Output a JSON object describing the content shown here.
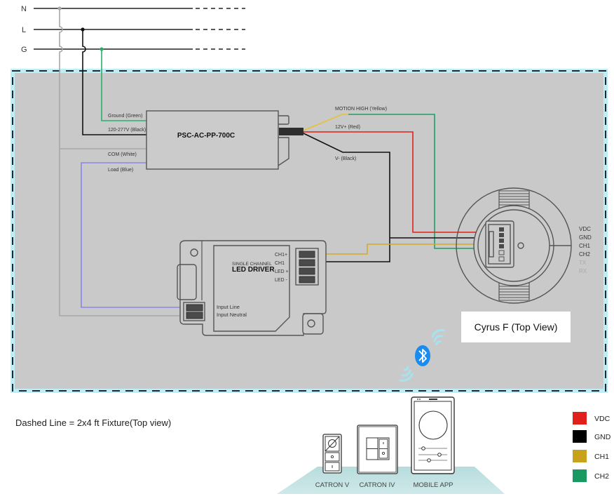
{
  "power_lines": {
    "neutral": "N",
    "line": "L",
    "ground": "G"
  },
  "psc": {
    "model": "PSC-AC-PP-700C",
    "input_labels": {
      "ground": "Ground (Green)",
      "line": "120-277V (Black)",
      "com": "COM (White)",
      "load": "Load (Blue)"
    },
    "output_labels": {
      "motion": "MOTION HIGH (Yellow)",
      "vplus": "12V+ (Red)",
      "vminus": "V- (Black)"
    }
  },
  "led_driver": {
    "subtitle": "SINGLE CHANNEL",
    "title": "LED DRIVER",
    "terminals": [
      "CH1+",
      "CH1",
      "LED +",
      "LED -"
    ],
    "inputs": [
      "Input Line",
      "Input Neutral"
    ]
  },
  "sensor": {
    "label": "Cyrus F (Top View)",
    "pins": [
      "VDC",
      "GND",
      "CH1",
      "CH2",
      "TX",
      "RX"
    ]
  },
  "note": "Dashed Line = 2x4 ft Fixture(Top view)",
  "controls": [
    {
      "label": "CATRON V",
      "icon": "wall-switch-icon"
    },
    {
      "label": "CATRON IV",
      "icon": "keypad-icon"
    },
    {
      "label": "MOBILE APP",
      "icon": "smartphone-icon"
    }
  ],
  "wireless_icon": "bluetooth-icon",
  "legend": [
    {
      "label": "VDC",
      "color": "#e0201c"
    },
    {
      "label": "GND",
      "color": "#000000"
    },
    {
      "label": "CH1",
      "color": "#c9a21c"
    },
    {
      "label": "CH2",
      "color": "#1a9a62"
    }
  ],
  "wire_colors": {
    "neutral": "#a8a8a8",
    "line": "#111111",
    "ground": "#2ab06a",
    "load": "#8a86e8",
    "vdc": "#e0201c",
    "gnd": "#111111",
    "ch1": "#d2ab2a",
    "ch2": "#1f9e68",
    "bluetooth": "#1a8cf0"
  }
}
